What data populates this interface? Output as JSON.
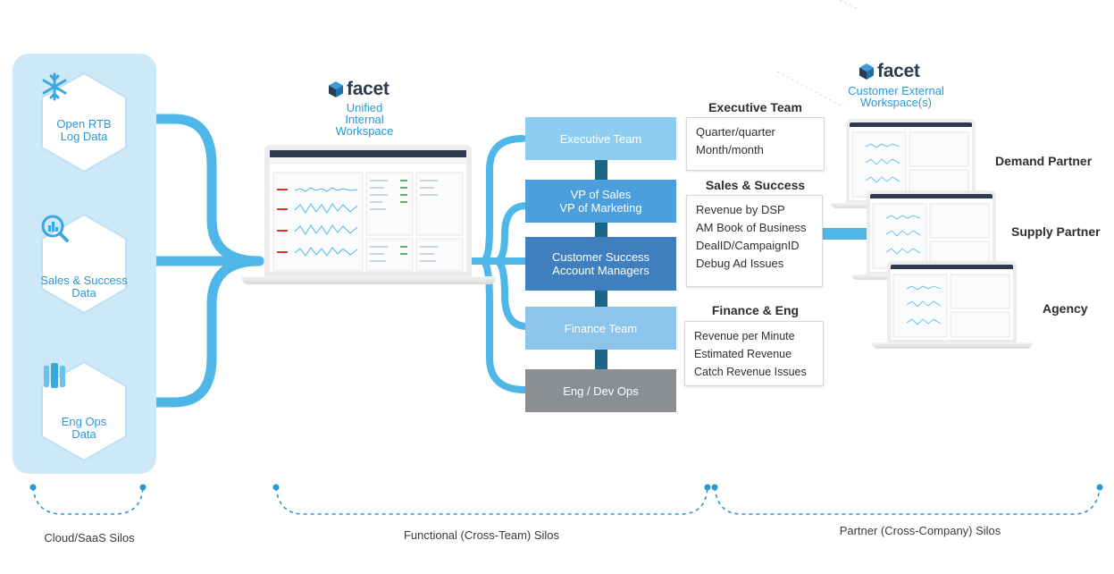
{
  "sources": [
    {
      "label_line1": "Open RTB",
      "label_line2": "Log Data",
      "icon": "snowflake-icon"
    },
    {
      "label_line1": "Sales & Success",
      "label_line2": "Data",
      "icon": "search-chart-icon"
    },
    {
      "label_line1": "Eng Ops",
      "label_line2": "Data",
      "icon": "data-stack-icon"
    }
  ],
  "internal": {
    "brand": "facet",
    "caption_line1": "Unified",
    "caption_line2": "Internal",
    "caption_line3": "Workspace"
  },
  "external": {
    "brand": "facet",
    "caption_line1": "Customer External",
    "caption_line2": "Workspace(s)"
  },
  "teams": [
    {
      "line1": "Executive Team",
      "line2": ""
    },
    {
      "line1": "VP of Sales",
      "line2": "VP of Marketing"
    },
    {
      "line1": "Customer Success",
      "line2": "Account Managers"
    },
    {
      "line1": "Finance Team",
      "line2": ""
    },
    {
      "line1": "Eng / Dev Ops",
      "line2": ""
    }
  ],
  "info_groups": [
    {
      "title": "Executive Team",
      "items": [
        "Quarter/quarter",
        "Month/month"
      ]
    },
    {
      "title": "Sales & Success",
      "items": [
        "Revenue by DSP",
        "AM Book of Business",
        "DealID/CampaignID",
        "Debug Ad Issues"
      ]
    },
    {
      "title": "Finance & Eng",
      "items": [
        "Revenue per Minute",
        "Estimated Revenue",
        "Catch Revenue Issues"
      ]
    }
  ],
  "partners": [
    "Demand Partner",
    "Supply Partner",
    "Agency"
  ],
  "silos": [
    "Cloud/SaaS Silos",
    "Functional (Cross-Team) Silos",
    "Partner (Cross-Company) Silos"
  ],
  "colors": {
    "panel": "#cde9f8",
    "flow": "#4fb6e8",
    "exec": "#8dcdef",
    "sales": "#4b9fdc",
    "success": "#3f7fbd",
    "finance": "#8dc4ea",
    "eng": "#8b8f94",
    "spine": "#1d6685",
    "brand_text": "#2a97d6"
  }
}
